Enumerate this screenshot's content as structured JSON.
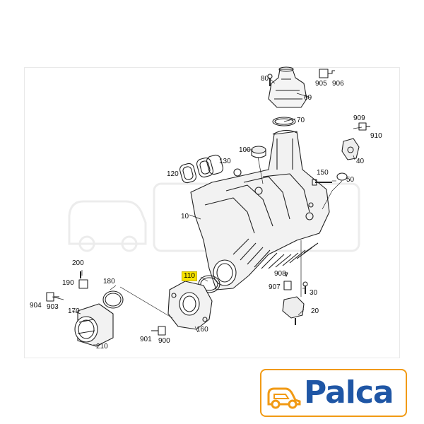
{
  "diagram": {
    "labels": {
      "l10": "10",
      "l20": "20",
      "l30": "30",
      "l40": "40",
      "l50": "50",
      "l60": "60",
      "l70": "70",
      "l80": "80",
      "l100": "100",
      "l110": "110",
      "l120": "120",
      "l130": "130",
      "l150": "150",
      "l160": "160",
      "l170": "170",
      "l180": "180",
      "l190": "190",
      "l200": "200",
      "l210": "210",
      "l900": "900",
      "l901": "901",
      "l903": "903",
      "l904": "904",
      "l905": "905",
      "l906": "906",
      "l907": "907",
      "l908": "908",
      "l909": "909",
      "l910": "910"
    },
    "highlight_color": "#f7e300"
  },
  "logo": {
    "text": "Palca",
    "text_color": "#1f56a5",
    "accent_color": "#f19a14",
    "icon": "car-icon"
  }
}
